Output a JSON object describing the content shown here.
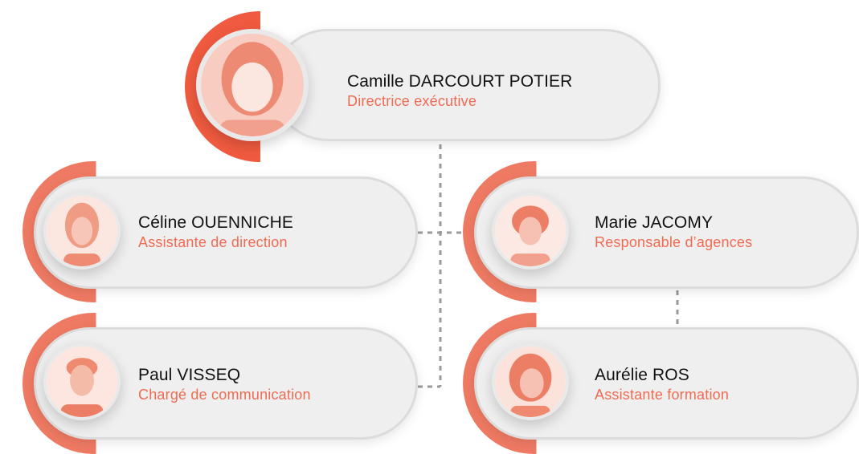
{
  "colors": {
    "accent": "#ef6b52",
    "pill": "#efefef",
    "connector": "#9a9a9a"
  },
  "people": [
    {
      "id": "camille",
      "name": "Camille DARCOURT POTIER",
      "role": "Directrice exécutive",
      "avatar_icon": "portrait-photo-icon"
    },
    {
      "id": "celine",
      "name": "Céline OUENNICHE",
      "role": "Assistante de direction",
      "avatar_icon": "portrait-photo-icon"
    },
    {
      "id": "marie",
      "name": "Marie JACOMY",
      "role": "Responsable d’agences",
      "avatar_icon": "portrait-photo-icon"
    },
    {
      "id": "paul",
      "name": "Paul VISSEQ",
      "role": "Chargé de communication",
      "avatar_icon": "portrait-photo-icon"
    },
    {
      "id": "aurelie",
      "name": "Aurélie ROS",
      "role": "Assistante formation",
      "avatar_icon": "portrait-photo-icon"
    }
  ],
  "reports_to": [
    {
      "from": "celine",
      "to": "camille"
    },
    {
      "from": "paul",
      "to": "camille"
    },
    {
      "from": "marie",
      "to": "camille"
    },
    {
      "from": "aurelie",
      "to": "marie"
    }
  ]
}
